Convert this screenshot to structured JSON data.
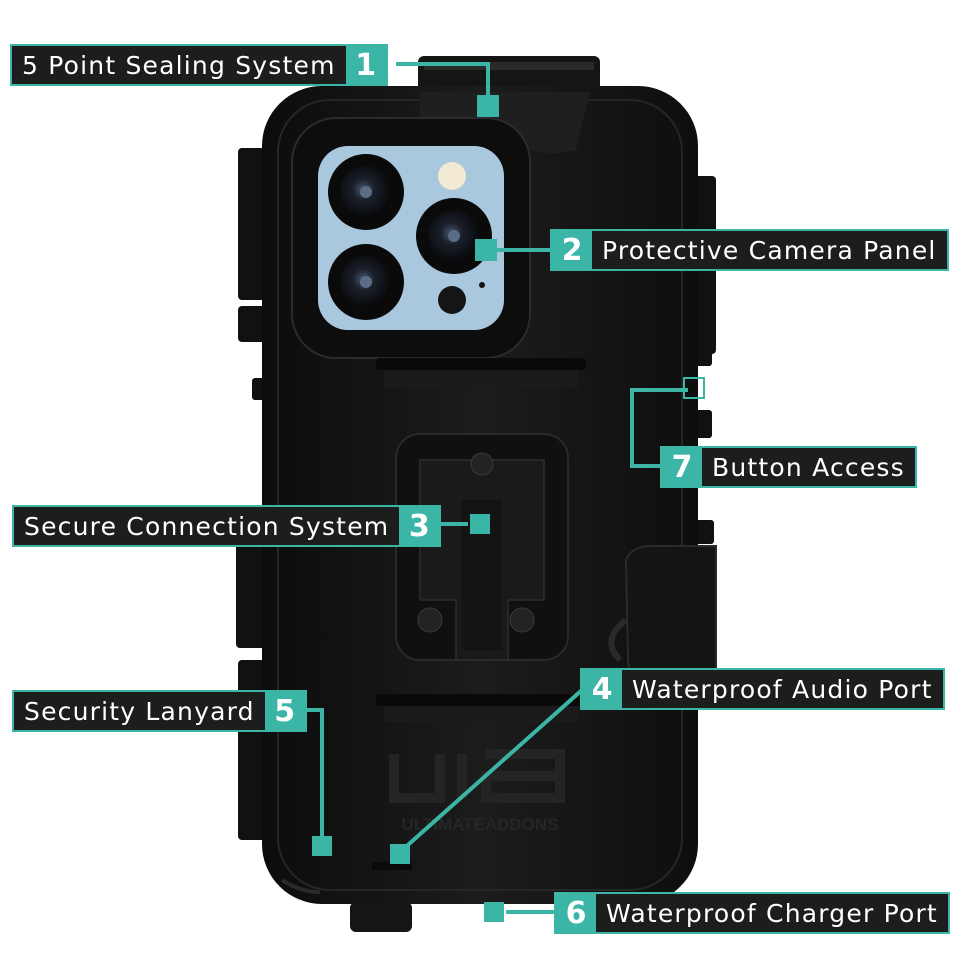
{
  "product": {
    "brand_logo": "ua",
    "brand_name": "ULTIMATEADDONS"
  },
  "callouts": [
    {
      "number": "1",
      "label": "5 Point Sealing System"
    },
    {
      "number": "2",
      "label": "Protective Camera Panel"
    },
    {
      "number": "3",
      "label": "Secure Connection System"
    },
    {
      "number": "4",
      "label": "Waterproof Audio Port"
    },
    {
      "number": "5",
      "label": "Security Lanyard"
    },
    {
      "number": "6",
      "label": "Waterproof Charger Port"
    },
    {
      "number": "7",
      "label": "Button Access"
    }
  ],
  "colors": {
    "accent": "#3bb5a6",
    "label_bg": "#1d1d1d",
    "case_body": "#141414",
    "phone_back": "#a9c8de"
  },
  "icons": [
    "camera-lens-icon",
    "flash-icon",
    "mount-screw-icon"
  ]
}
